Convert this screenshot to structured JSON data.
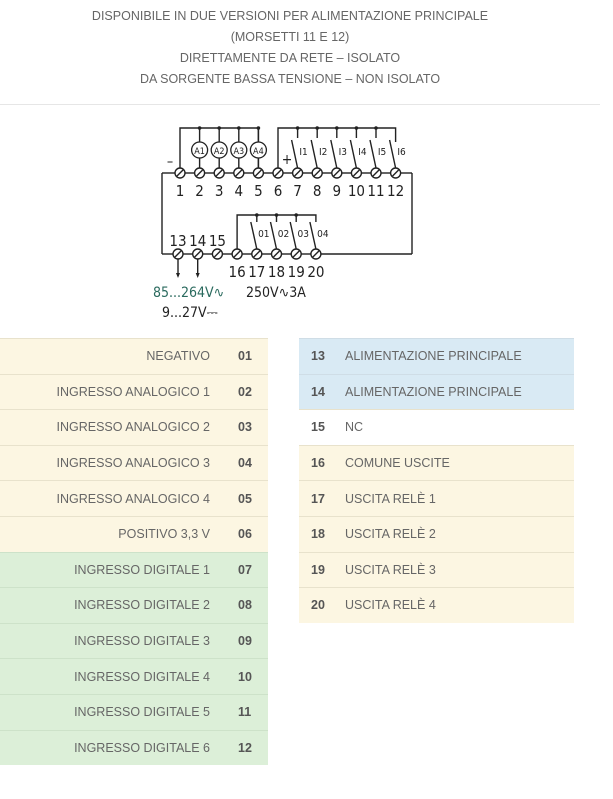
{
  "header": {
    "lines": [
      "DISPONIBILE IN DUE VERSIONI PER ALIMENTAZIONE PRINCIPALE",
      "(MORSETTI 11 E 12)",
      "DIRETTAMENTE DA RETE – ISOLATO",
      "DA SORGENTE BASSA TENSIONE – NON ISOLATO"
    ]
  },
  "diagram": {
    "top_terminals": [
      "1",
      "2",
      "3",
      "4",
      "5",
      "6",
      "7",
      "8",
      "9",
      "10",
      "11",
      "12"
    ],
    "bottom_terminals": [
      "13",
      "14",
      "15",
      "16",
      "17",
      "18",
      "19",
      "20"
    ],
    "analog_labels": [
      "A1",
      "A2",
      "A3",
      "A4"
    ],
    "digital_labels": [
      "I1",
      "I2",
      "I3",
      "I4",
      "I5",
      "I6"
    ],
    "output_labels": [
      "01",
      "02",
      "03",
      "04"
    ],
    "minus": "–",
    "plus": "+",
    "supply_ac": "85...264V∿",
    "supply_dc": "9...27V⎓",
    "relay_rating": "250V∿3A",
    "line_color": "#222",
    "supply_color": "#2a6a5e"
  },
  "left_table": [
    {
      "label": "NEGATIVO",
      "num": "01",
      "color": "y"
    },
    {
      "label": "INGRESSO ANALOGICO 1",
      "num": "02",
      "color": "y"
    },
    {
      "label": "INGRESSO ANALOGICO 2",
      "num": "03",
      "color": "y"
    },
    {
      "label": "INGRESSO ANALOGICO 3",
      "num": "04",
      "color": "y"
    },
    {
      "label": "INGRESSO ANALOGICO 4",
      "num": "05",
      "color": "y"
    },
    {
      "label": "POSITIVO 3,3 V",
      "num": "06",
      "color": "y"
    },
    {
      "label": "INGRESSO DIGITALE 1",
      "num": "07",
      "color": "g"
    },
    {
      "label": "INGRESSO DIGITALE 2",
      "num": "08",
      "color": "g"
    },
    {
      "label": "INGRESSO DIGITALE 3",
      "num": "09",
      "color": "g"
    },
    {
      "label": "INGRESSO DIGITALE 4",
      "num": "10",
      "color": "g"
    },
    {
      "label": "INGRESSO DIGITALE 5",
      "num": "11",
      "color": "g"
    },
    {
      "label": "INGRESSO DIGITALE 6",
      "num": "12",
      "color": "g"
    }
  ],
  "right_table": [
    {
      "num": "13",
      "label": "ALIMENTAZIONE PRINCIPALE",
      "color": "b"
    },
    {
      "num": "14",
      "label": "ALIMENTAZIONE PRINCIPALE",
      "color": "b"
    },
    {
      "num": "15",
      "label": "NC",
      "color": "w"
    },
    {
      "num": "16",
      "label": "COMUNE USCITE",
      "color": "y"
    },
    {
      "num": "17",
      "label": "USCITA RELÈ 1",
      "color": "y"
    },
    {
      "num": "18",
      "label": "USCITA RELÈ 2",
      "color": "y"
    },
    {
      "num": "19",
      "label": "USCITA RELÈ 3",
      "color": "y"
    },
    {
      "num": "20",
      "label": "USCITA RELÈ 4",
      "color": "y"
    }
  ]
}
